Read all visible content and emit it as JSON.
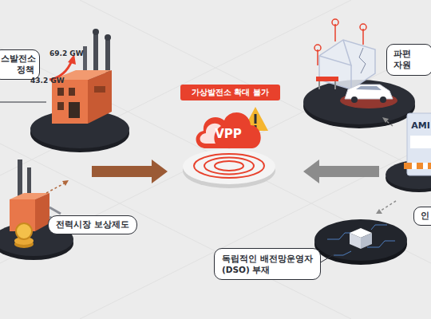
{
  "diagram": {
    "nodes": [
      {
        "text": [
          "스발전소 정책"
        ]
      },
      {
        "text": [
          "파편 자원"
        ]
      },
      {
        "text": [
          "가상발전소 확대 불가"
        ]
      },
      {
        "text": [
          "VPP"
        ]
      },
      {
        "text": [
          "AMI"
        ]
      },
      {
        "text": [
          "인"
        ]
      },
      {
        "text": [
          "전력시장 보상제도"
        ]
      },
      {
        "text": [
          "독립적인 배전망운영자 (DSO) 부재"
        ]
      }
    ],
    "labels": [
      "69.2 GW",
      "43.2 GW"
    ]
  }
}
